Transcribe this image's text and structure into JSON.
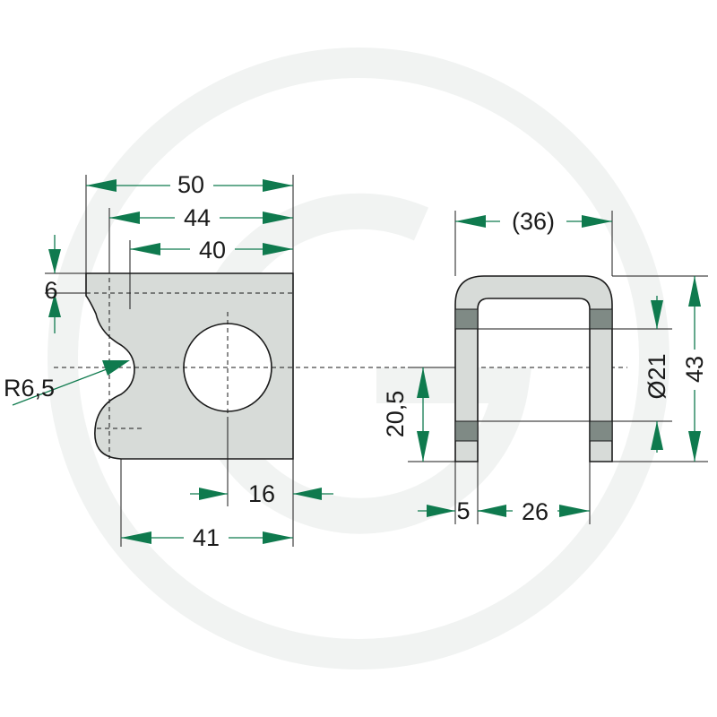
{
  "colors": {
    "dimension": "#0f7a4e",
    "part_fill": "#d7dbd8",
    "outline": "#1a1a1a",
    "watermark": "#f1f3f2"
  },
  "dimensions": {
    "width_50": "50",
    "width_44": "44",
    "width_40": "40",
    "height_6": "6",
    "radius": "R6,5",
    "offset_16": "16",
    "width_41": "41",
    "width_36": "(36)",
    "height_20_5": "20,5",
    "thickness_5": "5",
    "inner_26": "26",
    "diameter_21": "Ø21",
    "height_43": "43"
  }
}
